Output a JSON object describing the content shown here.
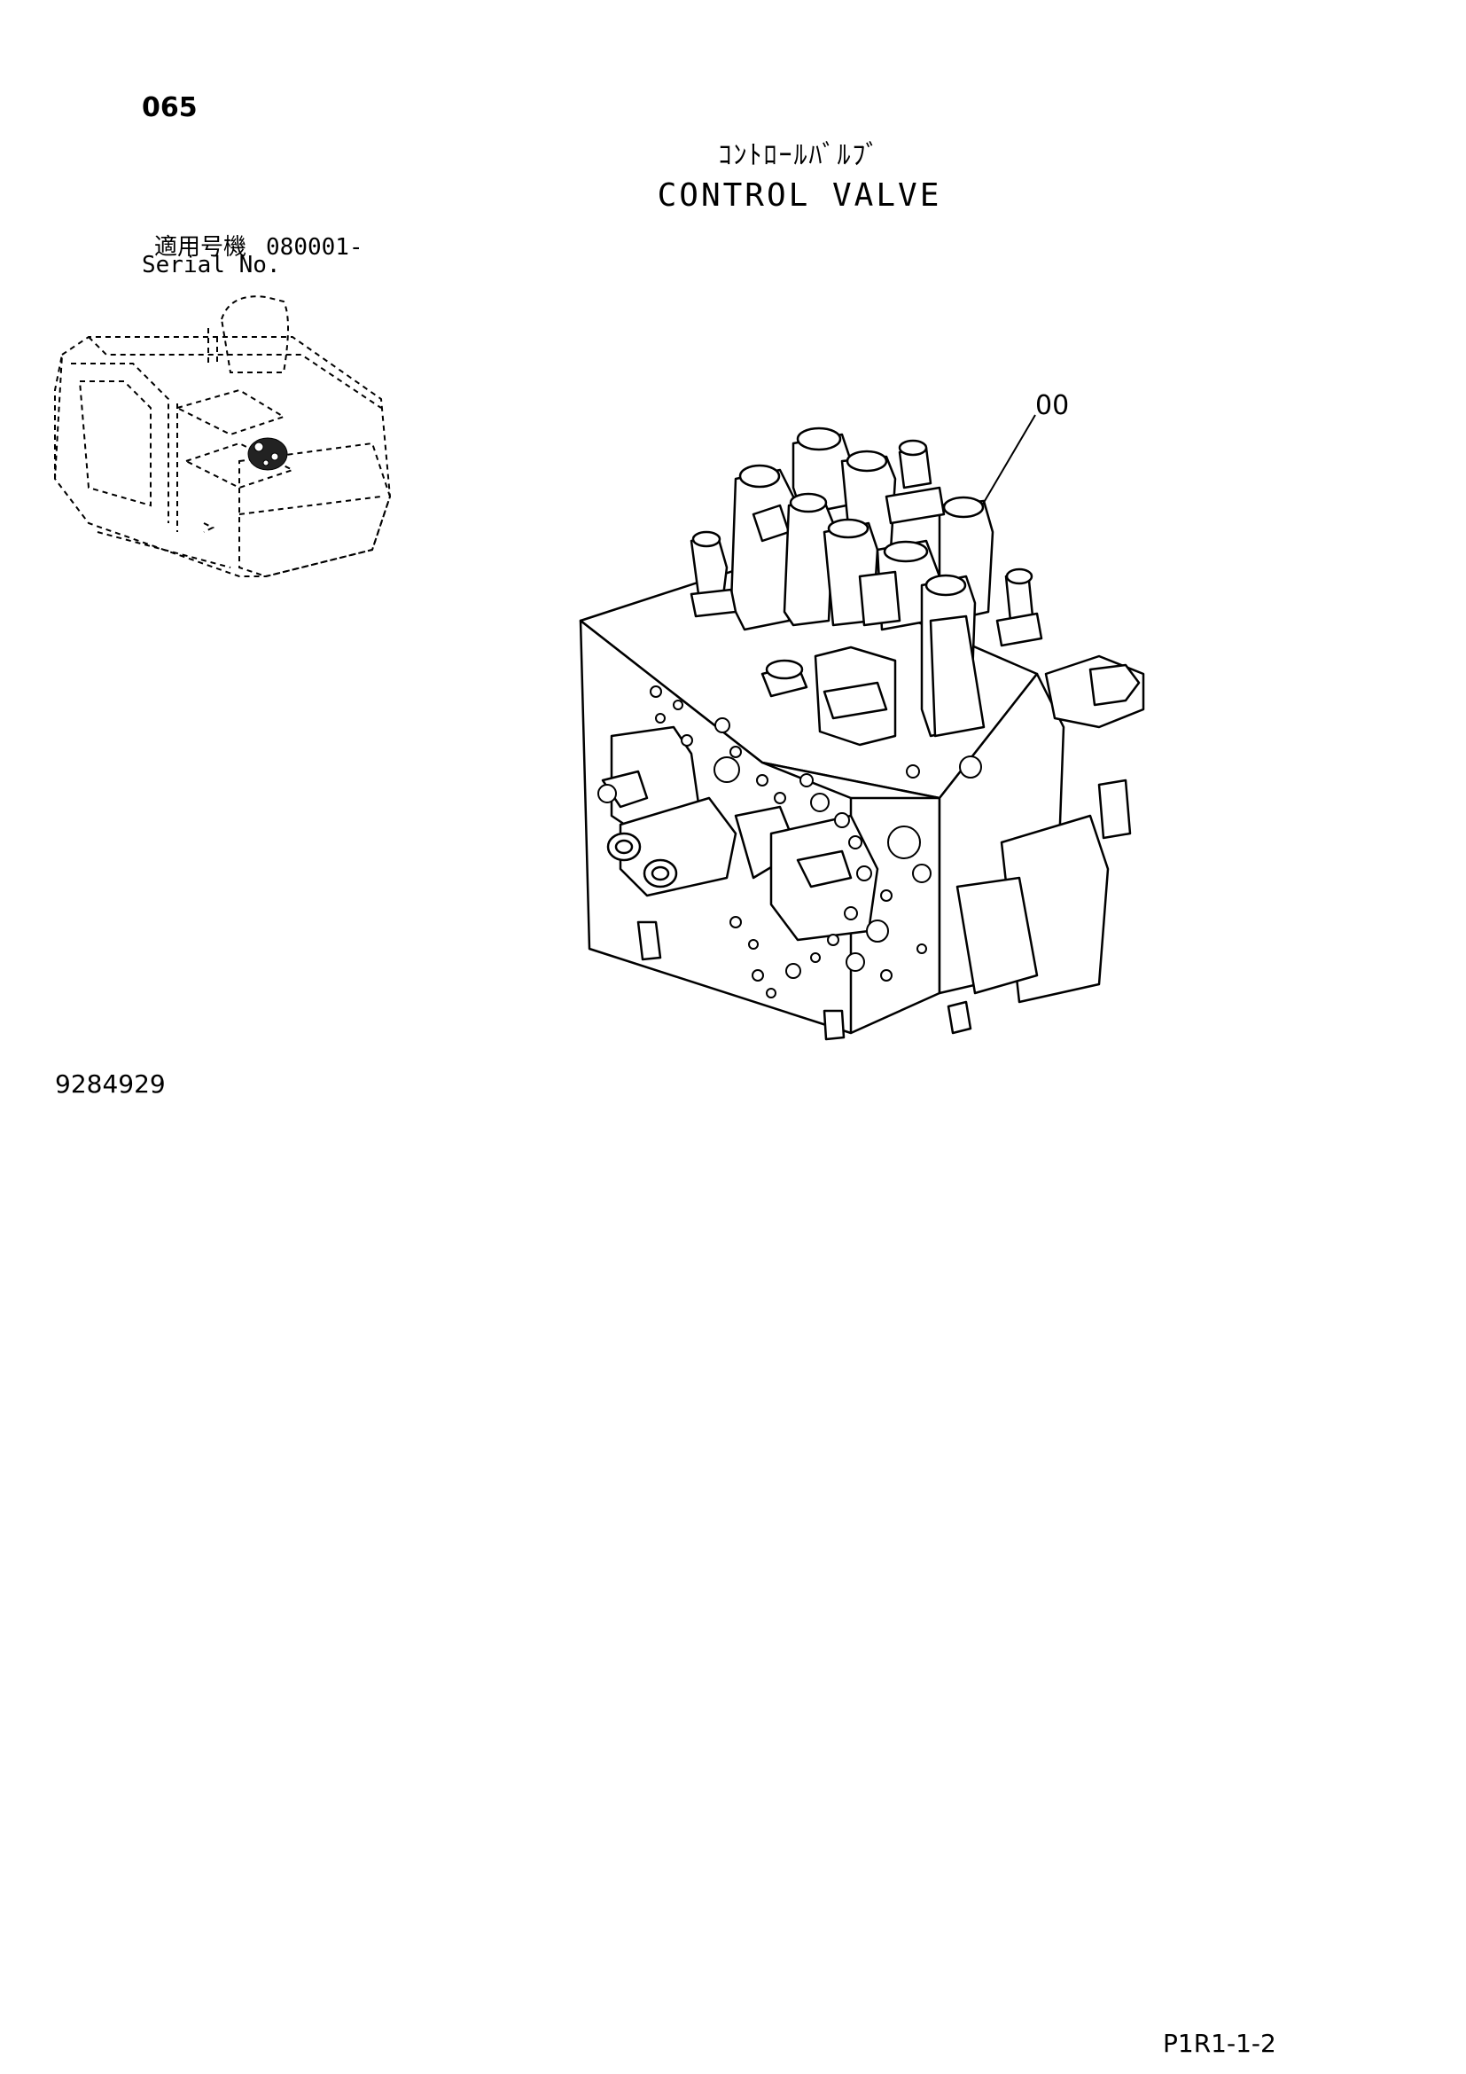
{
  "page_number": "065",
  "title": {
    "japanese": "ｺﾝﾄﾛｰﾙﾊﾞﾙﾌﾞ",
    "english": "CONTROL VALVE"
  },
  "serial": {
    "label_jp": "適用号機",
    "number": "080001-",
    "label_en": "Serial No."
  },
  "callout": {
    "label": "00"
  },
  "drawing_number": "9284929",
  "page_code": "P1R1-1-2"
}
